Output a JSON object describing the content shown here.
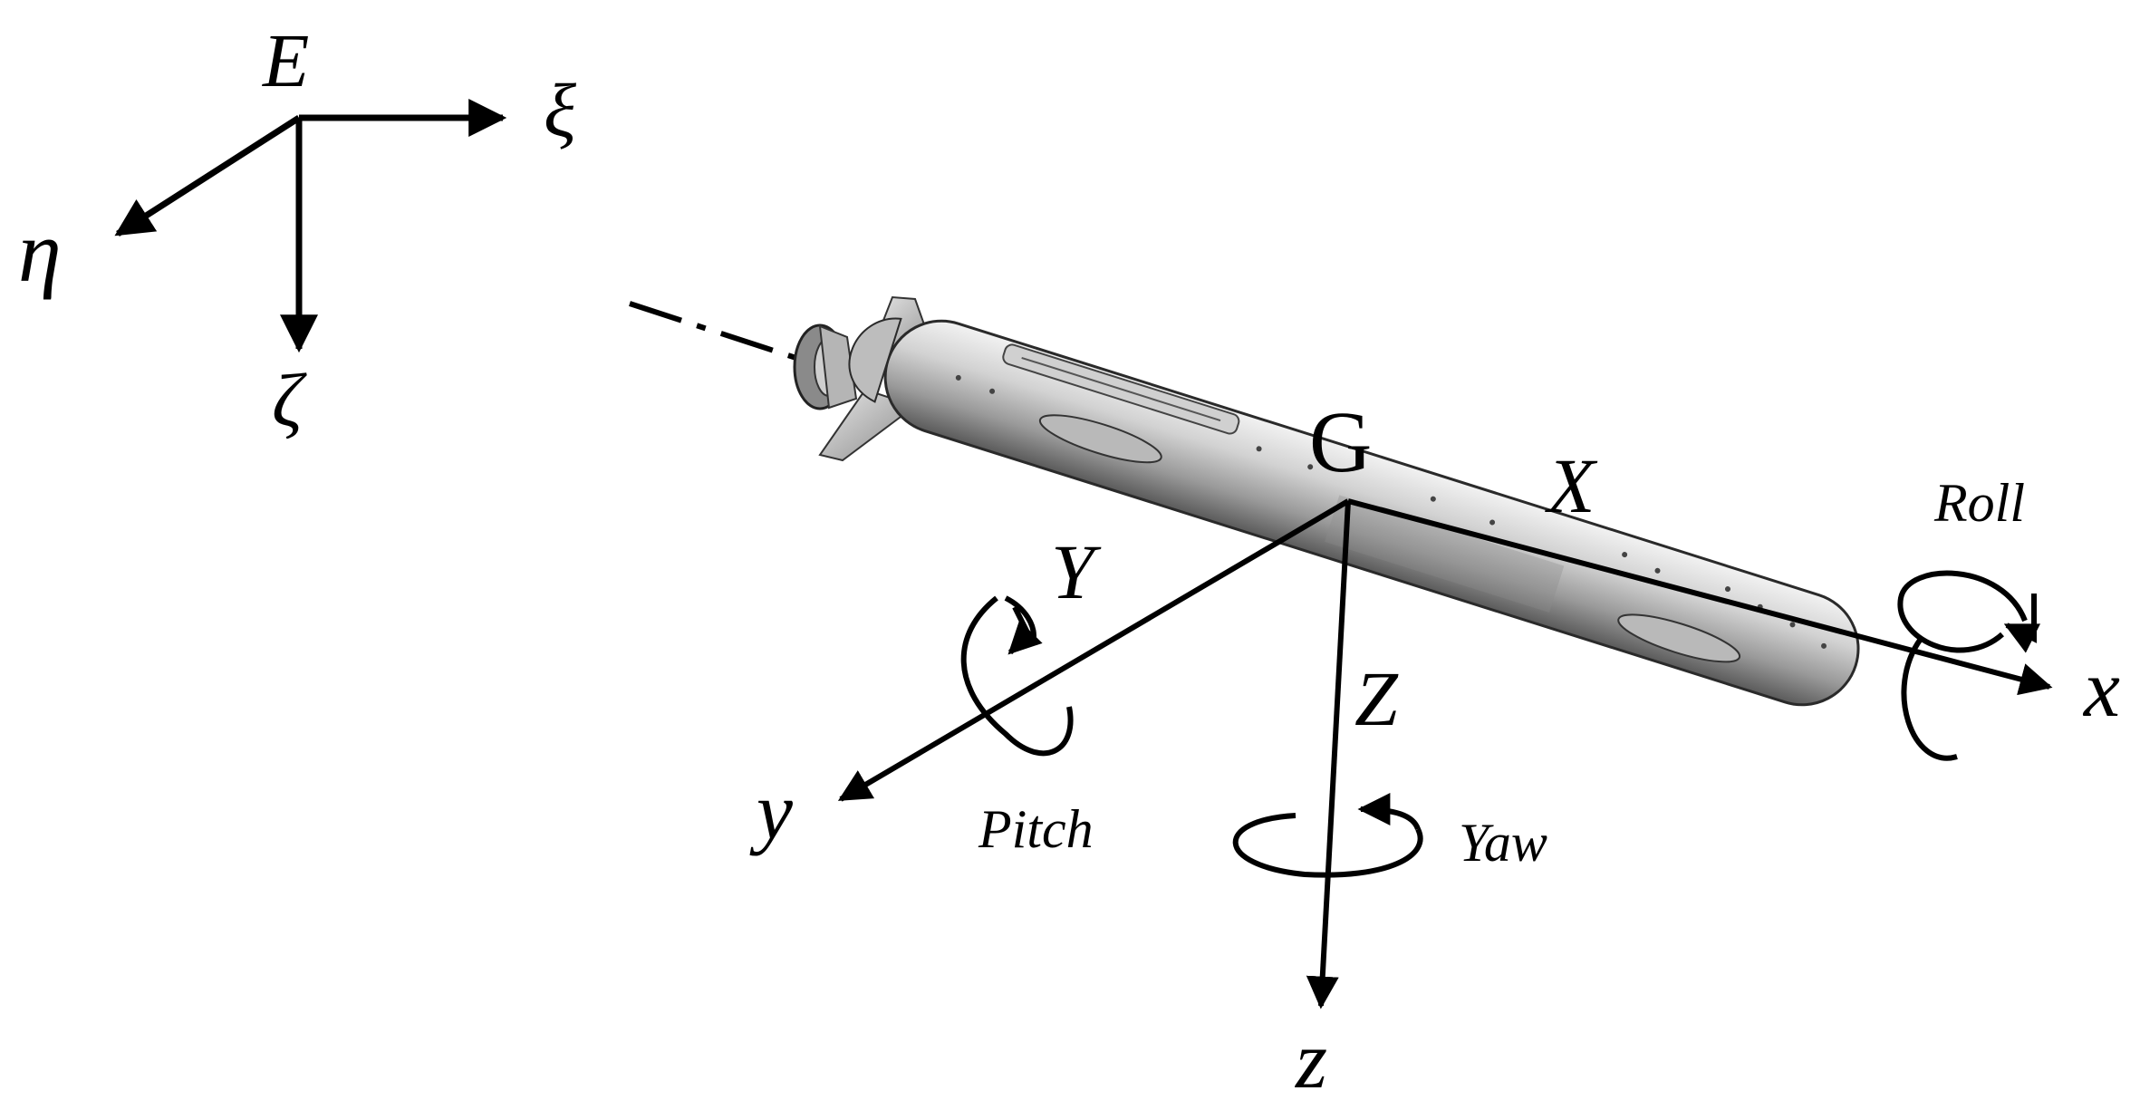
{
  "earth_frame": {
    "origin": "E",
    "axis_xi": "ξ",
    "axis_eta": "η",
    "axis_zeta": "ζ"
  },
  "body_frame": {
    "origin": "G",
    "axis_x": "x",
    "axis_y": "y",
    "axis_z": "z",
    "force_X": "X",
    "force_Y": "Y",
    "force_Z": "Z"
  },
  "rotations": {
    "roll": "Roll",
    "pitch": "Pitch",
    "yaw": "Yaw"
  },
  "colors": {
    "ink": "#000000",
    "hull_light": "#e4e4e4",
    "hull_mid": "#a9a9a9",
    "hull_dark": "#5a5a5a"
  }
}
